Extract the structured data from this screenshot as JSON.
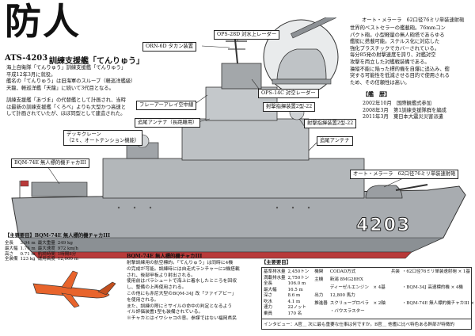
{
  "header": {
    "title": "防人",
    "code": "ATS-4203",
    "ship_type_name": "訓練支援艦「てんりゅう」"
  },
  "intro": {
    "paragraph_1": [
      "海上自衛隊「てんりゅう」訓練支援艦「てんりゅう」",
      "平成12年3月に就役。",
      "艦名の「てんりゅう」は旧海軍のスループ（軽巡洋艦級）",
      "天龍、軽巡洋艦「天龍」に続いて3代目となる。"
    ],
    "paragraph_2": [
      "訓練支援艦「あづま」の代替艦として計画され、当時",
      "は最新の訓練支援艦「くろべ」よりも大型かつ高速と",
      "して計画されていたが、ほぼ同型として建造された。"
    ]
  },
  "callouts": {
    "ops28d": "OPS-28D 対水上レーダー",
    "orn6d": "ORN-6D タカン装置",
    "flare": "フレーアーアレイ空中線",
    "tracking": "追尾アンテナ（長距離用）",
    "ops14c": "OPS-14C 対空レーダー",
    "fcs1": "射撃指揮装置2型-22",
    "fcs2": "射撃指揮装置2型-22",
    "deck_crane": "デッキクレーン",
    "deck_crane_sub": "（2ｔ、オートテンション機能）",
    "tracking2": "追尾アンテナ",
    "bqm_top": "BQM-74E 無人標的機チャカIII",
    "gun_bow": "オート・メラーラ　62口径76ミリ単装速射砲",
    "gun_top": "オート・メラーラ　62口径76ミリ単装速射砲"
  },
  "gun_text": [
    "世界的ベストセラーの艦載砲。76mmコン",
    "パクト砲。小型軽量の無人砲塔であらゆる",
    "艦艇に搭載可能。ステルス化に対応した",
    "強化プラスチックでカバーされている。",
    "毎分85発の射撃速度を誇り、対艦対空",
    "攻撃を両立した対艦戦装備である。",
    "操縦不能に陥った標的機を自爆に追込み、衝",
    "突する可能性を低減させる目的で使用される",
    "ため、その信頼性は高い。"
  ],
  "history": {
    "heading": "【艦　歴】",
    "rows": [
      {
        "date": "2002年10月",
        "event": "国際観艦式参加"
      },
      {
        "date": "2008年3月",
        "event": "第1訓練支援隊群を編成"
      },
      {
        "date": "2011年3月",
        "event": "東日本大震災災害派遣"
      }
    ]
  },
  "hull_number": "4203",
  "bqm_spec": {
    "heading": "【主要要目】BQM-74E 無人標的機チャカIII",
    "rows": [
      {
        "k1": "全長",
        "v1": "3.94 m",
        "k2": "最大重量",
        "v2": "249 kg"
      },
      {
        "k1": "最大幅",
        "v1": "1.76 m",
        "k2": "最大速度",
        "v2": "972 km/h"
      },
      {
        "k1": "高さ",
        "v1": "0.71 m",
        "k2": "航続時間",
        "v2": "1時間8分"
      },
      {
        "k1": "全装備",
        "v1": "123 kg",
        "k2": "運用高度",
        "v2": "12,000 m"
      }
    ]
  },
  "bqm_desc": {
    "heading": "BQM-74E 無人標的機チャカIII",
    "lines": [
      "射撃訓練用の航空標的。「てんりゅう」は同時に4機",
      "の完成が可能。訓練時には自走式ランチャーに2機搭載",
      "され、後部甲板より射出される。",
      "使用前はパラシュートで海上に着水したところを回収",
      "し、整備の上再使用される。",
      "この他にも赤尼大型のBQM-34J 改「ファイアビー」",
      "を使用される。",
      "また、訓練の際にミサイルの命中の判定となるよう",
      "イル評価装置1型も装備されている。",
      "※チャカとはイワシャコの意。参謀ではない福岡県民"
    ]
  },
  "main_spec": {
    "heading": "【主要要目】",
    "col1": [
      {
        "k": "基準排水量",
        "v": "2,450トン"
      },
      {
        "k": "満載排水量",
        "v": "2,750トン"
      },
      {
        "k": "全長",
        "v": "106.0 m"
      },
      {
        "k": "最大幅",
        "v": "16.5 m"
      },
      {
        "k": "深さ",
        "v": "8.6 m"
      },
      {
        "k": "吃水",
        "v": "4.1 m"
      },
      {
        "k": "速力",
        "v": "22ノット"
      },
      {
        "k": "乗員",
        "v": "170 名"
      }
    ],
    "col2": [
      {
        "k": "機関",
        "v": "CODAD方式"
      },
      {
        "k": "主機",
        "v": "新潟 8MG28HX"
      },
      {
        "k": "",
        "v": "ディーゼルエンジン　× 4基"
      },
      {
        "k": "出力",
        "v": "12,800 馬力"
      },
      {
        "k": "推進器",
        "v": "スクリュープロペラ　× 2軸"
      },
      {
        "k": "",
        "v": "・バウスラスター"
      }
    ],
    "col3": [
      {
        "k": "兵装",
        "v": "・62口径76ミリ単装速射砲 × 1基"
      },
      {
        "k": "",
        "v": "・BQM-34J 高速標的機 × 4機"
      },
      {
        "k": "",
        "v": "・BQM-74E 無人標的機チャカIII × 4機"
      }
    ]
  },
  "interview": "インタビュー：A官＿ 次に最も重要な仕事は何ですか。B官＿ 他艦に比べ特色ある幹部が特徴的",
  "colors": {
    "hull": "#9ea2a6",
    "hull_dark": "#6f7478",
    "waterline": "#b83a3a",
    "missile": "#e8642c"
  }
}
